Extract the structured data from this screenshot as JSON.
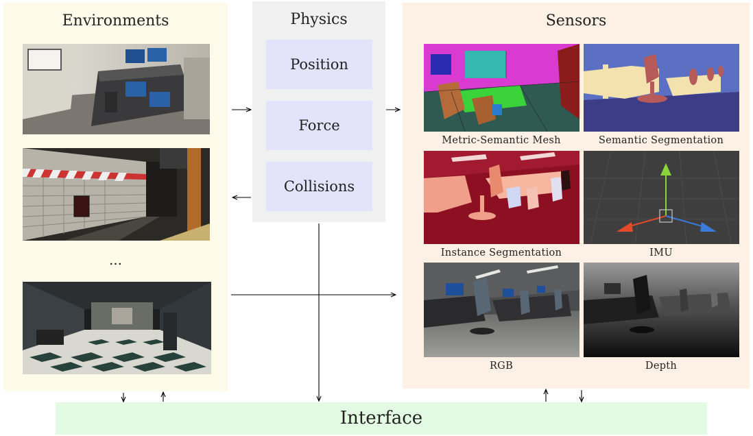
{
  "environments": {
    "title": "Environments",
    "ellipsis": "...",
    "images": [
      "office-control-room-render",
      "subway-station-render",
      "hallway-checkered-floor-render"
    ]
  },
  "physics": {
    "title": "Physics",
    "items": [
      "Position",
      "Force",
      "Collisions"
    ]
  },
  "sensors": {
    "title": "Sensors",
    "items": [
      {
        "label": "Metric-Semantic Mesh"
      },
      {
        "label": "Semantic Segmentation"
      },
      {
        "label": "Instance Segmentation"
      },
      {
        "label": "IMU"
      },
      {
        "label": "RGB"
      },
      {
        "label": "Depth"
      }
    ]
  },
  "interface": {
    "label": "Interface"
  },
  "colors": {
    "environments_bg": "#fffbea",
    "physics_bg": "#f0f0f0",
    "physics_item_bg": "#e3e3fb",
    "sensors_bg": "#fdf0e5",
    "interface_bg": "#e3fbe3"
  }
}
